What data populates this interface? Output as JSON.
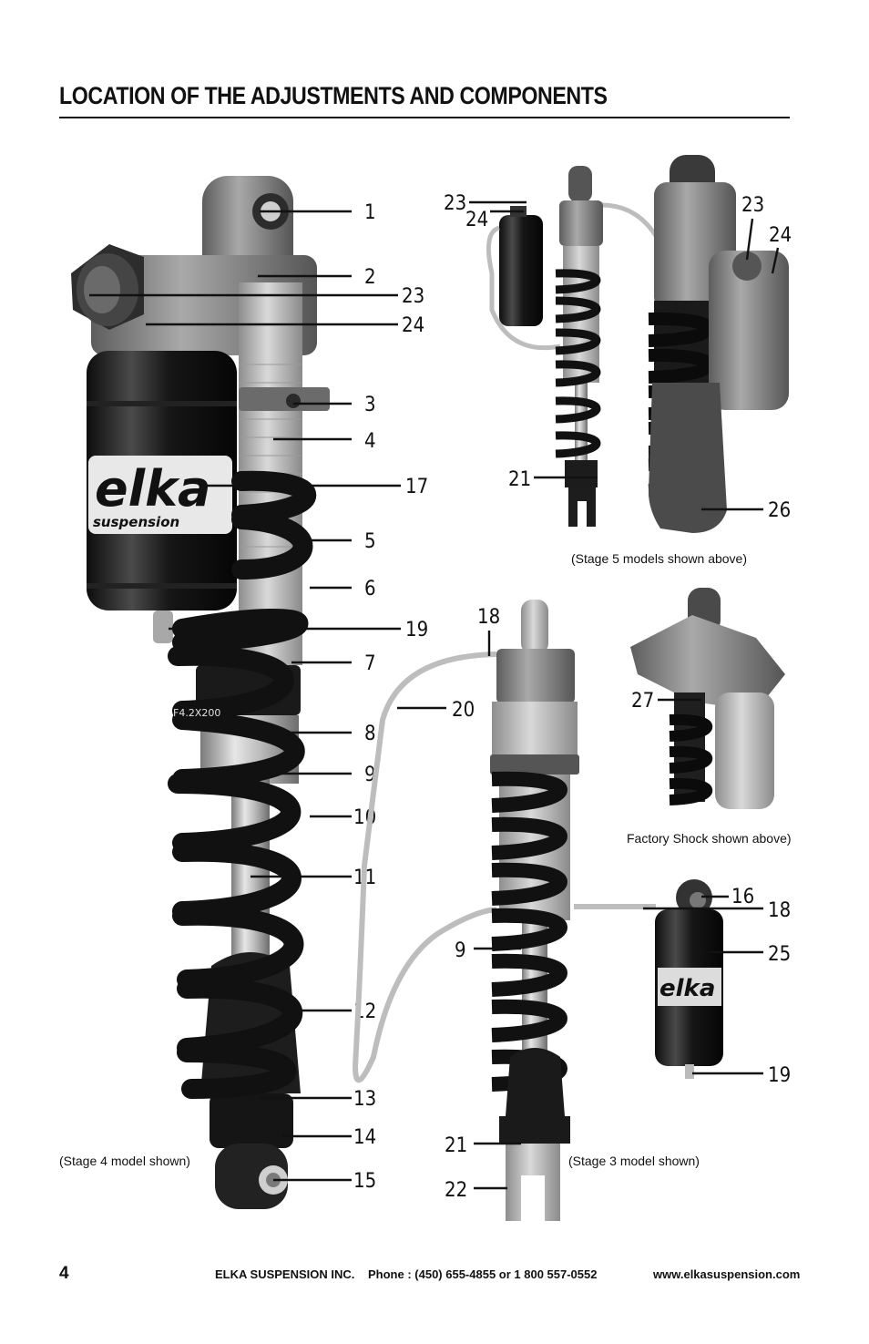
{
  "page": {
    "title": "LOCATION OF THE ADJUSTMENTS AND COMPONENTS",
    "captions": {
      "stage4": "(Stage 4 model shown)",
      "stage5": "(Stage 5 models shown above)",
      "factory": "Factory Shock shown above)",
      "stage3": "(Stage 3 model shown)"
    },
    "product_marks": {
      "brand": "elka",
      "brand_sub": "suspension",
      "spring_stamp": "F4.2X200"
    },
    "callouts": {
      "stage4": [
        "1",
        "2",
        "23",
        "24",
        "3",
        "4",
        "17",
        "5",
        "6",
        "19",
        "7",
        "8",
        "9",
        "10",
        "11",
        "12",
        "13",
        "14",
        "15"
      ],
      "stage5": [
        "23",
        "24",
        "21",
        "23",
        "24",
        "26"
      ],
      "stage3": [
        "18",
        "20",
        "9",
        "21",
        "22"
      ],
      "factory": [
        "27"
      ],
      "reservoir": [
        "16",
        "18",
        "25",
        "19"
      ]
    },
    "footer": {
      "page_number": "4",
      "company": "ELKA SUSPENSION INC.",
      "phone": "Phone : (450) 655-4855 or 1 800 557-0552",
      "website": "www.elkasuspension.com"
    }
  }
}
